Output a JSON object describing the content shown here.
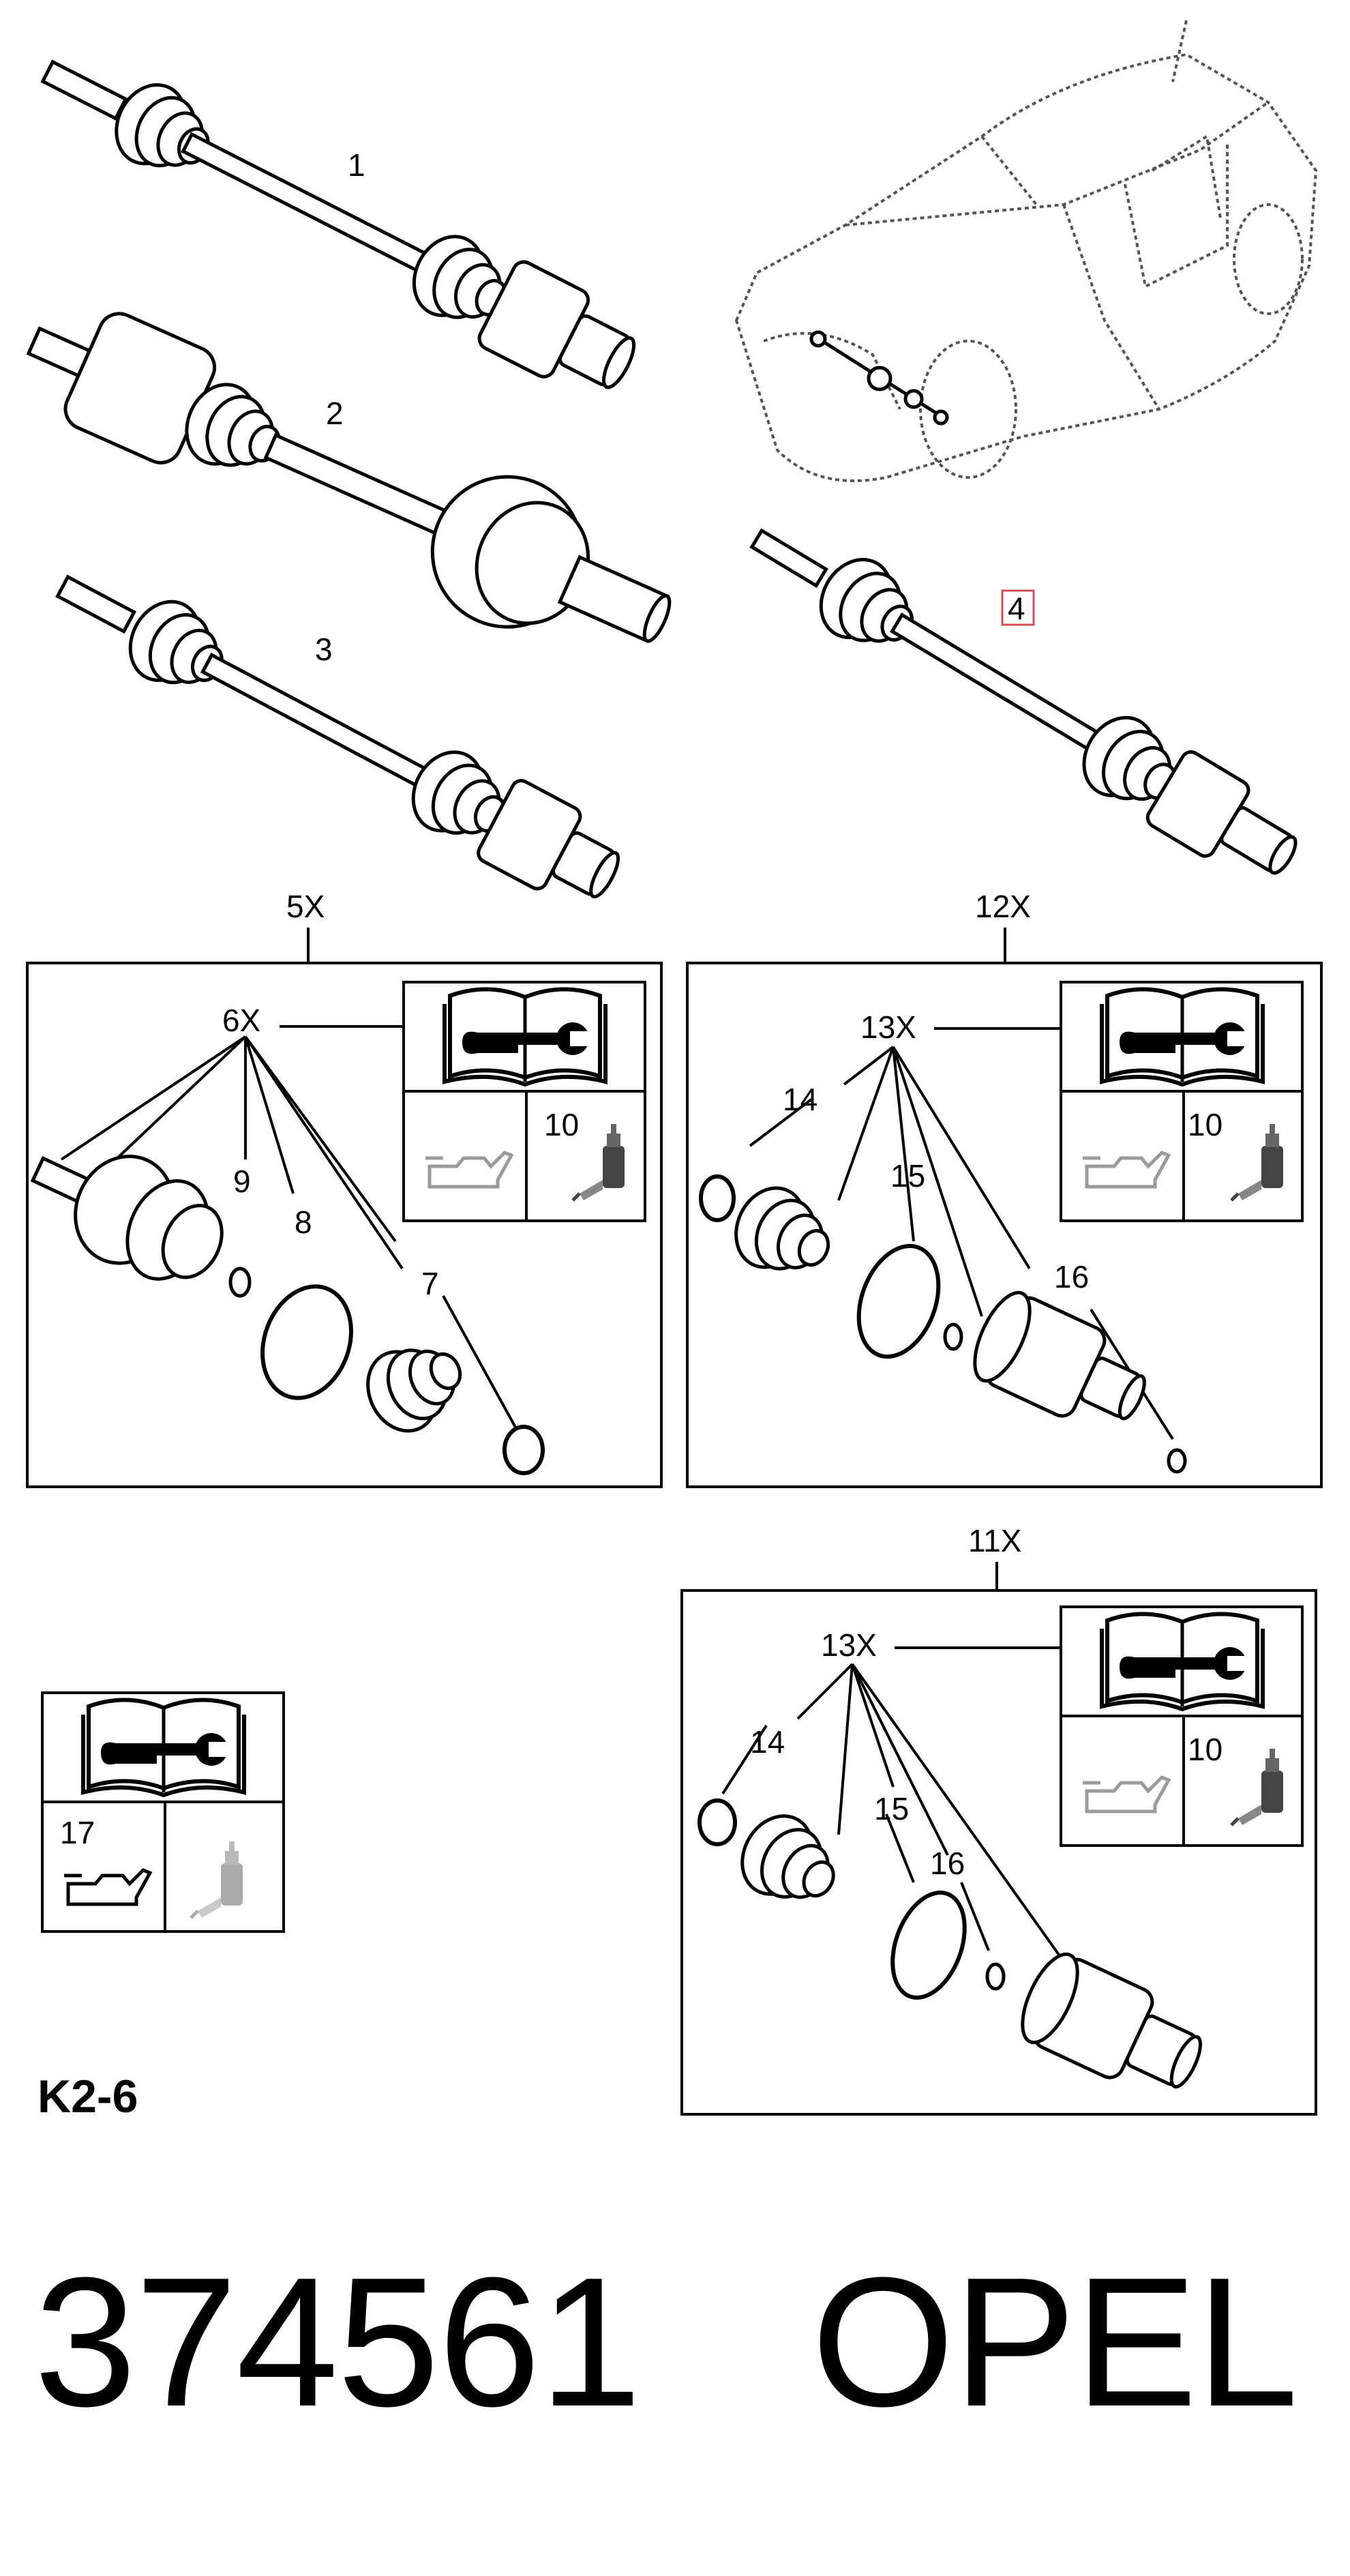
{
  "diagram_code": "K2-6",
  "part_number": "374561",
  "brand": "OPEL",
  "shaft_labels": [
    "1",
    "2",
    "3",
    "4"
  ],
  "kit_5": {
    "kit": "5X",
    "set": "6X",
    "parts": [
      "9",
      "8",
      "7"
    ],
    "tool": "10"
  },
  "kit_12": {
    "kit": "12X",
    "set": "13X",
    "parts": [
      "14",
      "15",
      "16"
    ],
    "tool": "10"
  },
  "kit_11": {
    "kit": "11X",
    "set": "13X",
    "parts": [
      "14",
      "15",
      "16"
    ],
    "tool": "10"
  },
  "service_box": {
    "item": "17"
  },
  "colors": {
    "highlight": "#d0505a",
    "line": "#000000",
    "grey": "#9a9a9a"
  },
  "icons": [
    "service-manual-icon",
    "oil-can-icon",
    "grease-tube-icon"
  ]
}
